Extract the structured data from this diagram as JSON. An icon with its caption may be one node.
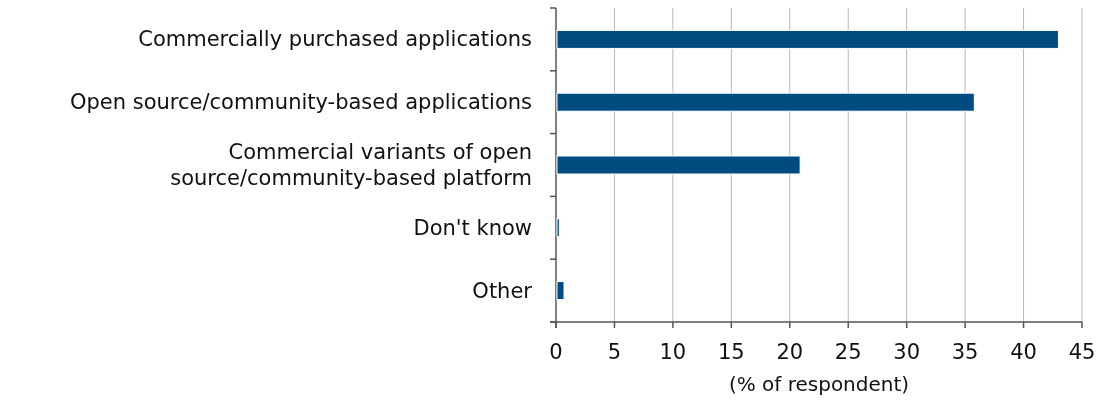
{
  "diagram": {
    "chart_data": {
      "type": "bar",
      "orientation": "horizontal",
      "xlabel": "(% of respondent)",
      "categories": [
        "Commercially purchased applications",
        "Open source/community-based applications",
        "Commercial variants of open source/community-based platform",
        "Don't know",
        "Other"
      ],
      "series": [
        {
          "color": "#004b7f",
          "values": [
            42.9,
            35.7,
            20.8,
            0.2,
            0.6
          ]
        }
      ],
      "grid": true,
      "xlim": [
        0,
        45
      ],
      "xticks": [
        0,
        5,
        10,
        15,
        20,
        25,
        30,
        35,
        40,
        45
      ]
    }
  }
}
